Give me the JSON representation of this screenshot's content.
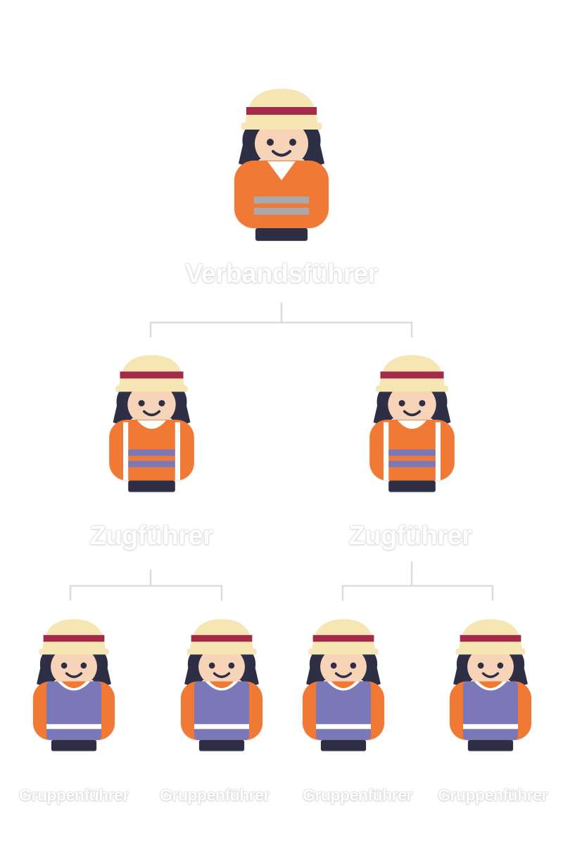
{
  "diagram": {
    "type": "org-chart",
    "root": {
      "label": "Verbandsführer",
      "vest": "reflective-stripe-vest-icon",
      "children": [
        {
          "label": "Zugführer",
          "vest": "blue-stripe-vest-icon",
          "children": [
            {
              "label": "Gruppenführer",
              "vest": "blue-vest-icon"
            },
            {
              "label": "Gruppenführer",
              "vest": "blue-vest-icon"
            }
          ]
        },
        {
          "label": "Zugführer",
          "vest": "blue-stripe-vest-icon",
          "children": [
            {
              "label": "Gruppenführer",
              "vest": "blue-vest-icon"
            },
            {
              "label": "Gruppenführer",
              "vest": "blue-vest-icon"
            }
          ]
        }
      ]
    }
  },
  "colors": {
    "helmet": "#f6e6b4",
    "helmet_band": "#a3294a",
    "hair": "#2e2f45",
    "skin": "#f7d3b8",
    "orange": "#f07a34",
    "stripe_grey": "#a9a9ab",
    "vest_blue": "#7a78b6",
    "pants": "#2e2f45",
    "connector": "#dcdcdc"
  }
}
